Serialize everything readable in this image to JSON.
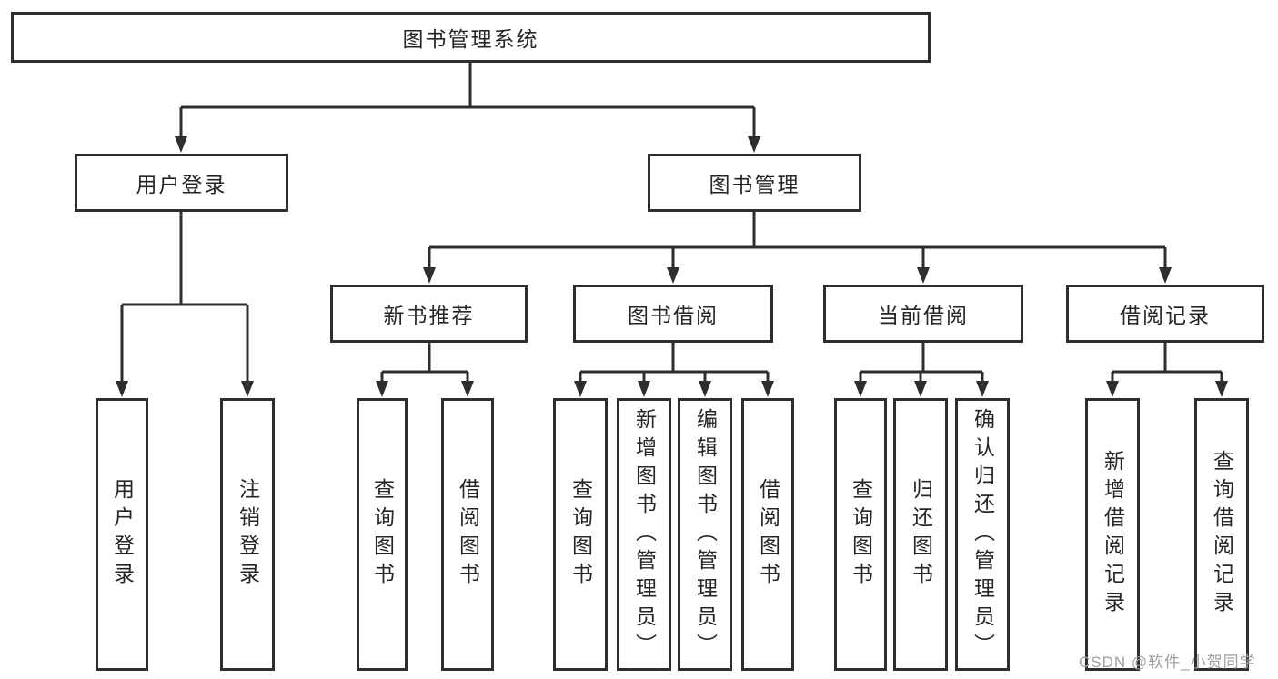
{
  "diagram": {
    "title": "图书管理系统",
    "type": "hierarchy-tree",
    "colors": {
      "line": "#2e2e2e",
      "box_border": "#2e2e2e",
      "text": "#262626",
      "background": "#ffffff",
      "watermark": "#9e9e9e"
    },
    "watermark": "CSDN @软件_小贺同学",
    "tree": {
      "root": "图书管理系统",
      "children": [
        {
          "label": "用户登录",
          "children": [
            "用户登录",
            "注销登录"
          ]
        },
        {
          "label": "图书管理",
          "children": [
            {
              "label": "新书推荐",
              "children": [
                "查询图书",
                "借阅图书"
              ]
            },
            {
              "label": "图书借阅",
              "children": [
                "查询图书",
                "新增图书（管理员）",
                "编辑图书（管理员）",
                "借阅图书"
              ]
            },
            {
              "label": "当前借阅",
              "children": [
                "查询图书",
                "归还图书",
                "确认归还（管理员）"
              ]
            },
            {
              "label": "借阅记录",
              "children": [
                "新增借阅记录",
                "查询借阅记录"
              ]
            }
          ]
        }
      ]
    }
  }
}
